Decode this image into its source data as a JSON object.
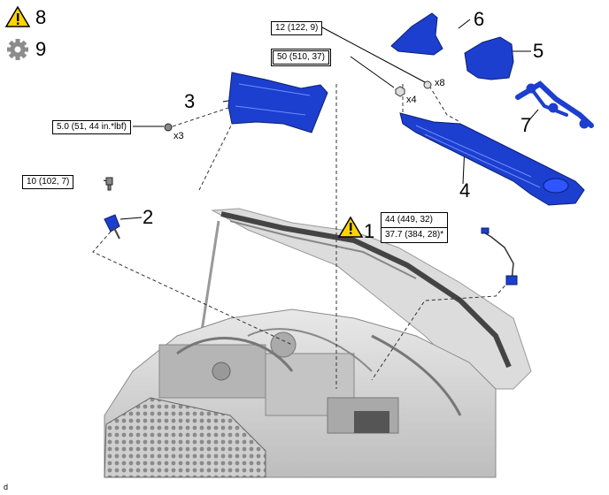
{
  "callouts": {
    "c1": "1",
    "c2": "2",
    "c3": "3",
    "c4": "4",
    "c5": "5",
    "c6": "6",
    "c7": "7",
    "c8": "8",
    "c9": "9"
  },
  "legend": [
    {
      "number": "8",
      "icon": "caution-icon"
    },
    {
      "number": "9",
      "icon": "gear-icon"
    }
  ],
  "torque_specs": {
    "nut_12": "12 (122, 9)",
    "bolt_50": "50 (510, 37)",
    "nut_5": "5.0 (51, 44 in.*lbf)",
    "bolt_10": "10 (102, 7)",
    "sensor_44": "44 (449, 32)",
    "sensor_37": "37.7 (384, 28)*"
  },
  "quantities": {
    "x8": "x8",
    "x4": "x4",
    "x3": "x3"
  },
  "footer_code": "d",
  "colors": {
    "part_blue": "#1c3fcf",
    "caution_yellow": "#ffd400"
  }
}
